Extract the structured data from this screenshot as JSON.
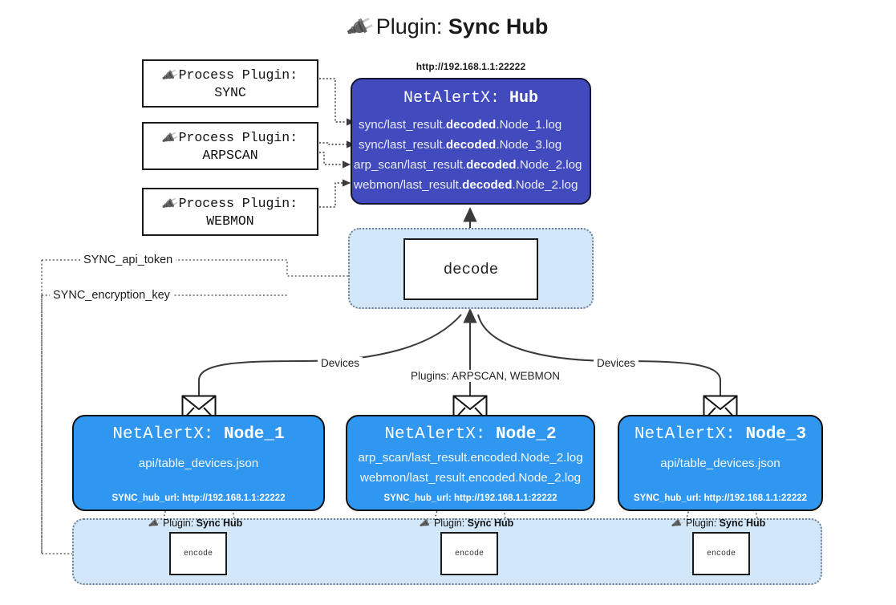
{
  "title": {
    "icon": "plug-icon",
    "prefix": "Plugin: ",
    "name": "Sync Hub"
  },
  "process_plugins": [
    {
      "icon": "plug-icon",
      "caption": "Process Plugin:",
      "name": "SYNC"
    },
    {
      "icon": "plug-icon",
      "caption": "Process Plugin:",
      "name": "ARPSCAN"
    },
    {
      "icon": "plug-icon",
      "caption": "Process Plugin:",
      "name": "WEBMON"
    }
  ],
  "hub": {
    "url": "http://192.168.1.1:22222",
    "title_prefix": "NetAlertX: ",
    "title_name": "Hub",
    "lines": [
      {
        "pre": "sync/last_result.",
        "mid": "decoded",
        "post": ".Node_1.log"
      },
      {
        "pre": "sync/last_result.",
        "mid": "decoded",
        "post": ".Node_3.log"
      },
      {
        "pre": "arp_scan/last_result.",
        "mid": "decoded",
        "post": ".Node_2.log"
      },
      {
        "pre": "webmon/last_result.",
        "mid": "decoded",
        "post": ".Node_2.log"
      }
    ]
  },
  "decode": {
    "label": "decode"
  },
  "env_vars": [
    {
      "label": "SYNC_api_token"
    },
    {
      "label": "SYNC_encryption_key"
    }
  ],
  "edge_labels": {
    "devices_left": "Devices",
    "devices_right": "Devices",
    "plugins_center": "Plugins: ARPSCAN, WEBMON"
  },
  "nodes": [
    {
      "title_prefix": "NetAlertX: ",
      "title_name": "Node_1",
      "lines": [
        "api/table_devices.json"
      ],
      "footer": "SYNC_hub_url: http://192.168.1.1:22222"
    },
    {
      "title_prefix": "NetAlertX: ",
      "title_name": "Node_2",
      "lines": [
        "arp_scan/last_result.encoded.Node_2.log",
        "webmon/last_result.encoded.Node_2.log"
      ],
      "footer": "SYNC_hub_url: http://192.168.1.1:22222"
    },
    {
      "title_prefix": "NetAlertX: ",
      "title_name": "Node_3",
      "lines": [
        "api/table_devices.json"
      ],
      "footer": "SYNC_hub_url: http://192.168.1.1:22222"
    }
  ],
  "encoders": [
    {
      "caption_prefix": "Plugin: ",
      "caption_name": "Sync Hub",
      "label": "encode"
    },
    {
      "caption_prefix": "Plugin: ",
      "caption_name": "Sync Hub",
      "label": "encode"
    },
    {
      "caption_prefix": "Plugin: ",
      "caption_name": "Sync Hub",
      "label": "encode"
    }
  ],
  "colors": {
    "hub_fill": "#414bbd",
    "node_fill": "#2f97f0",
    "container_fill": "#d2e7f8",
    "stroke": "#1b1b1b",
    "page_bg": "#ffffff"
  }
}
